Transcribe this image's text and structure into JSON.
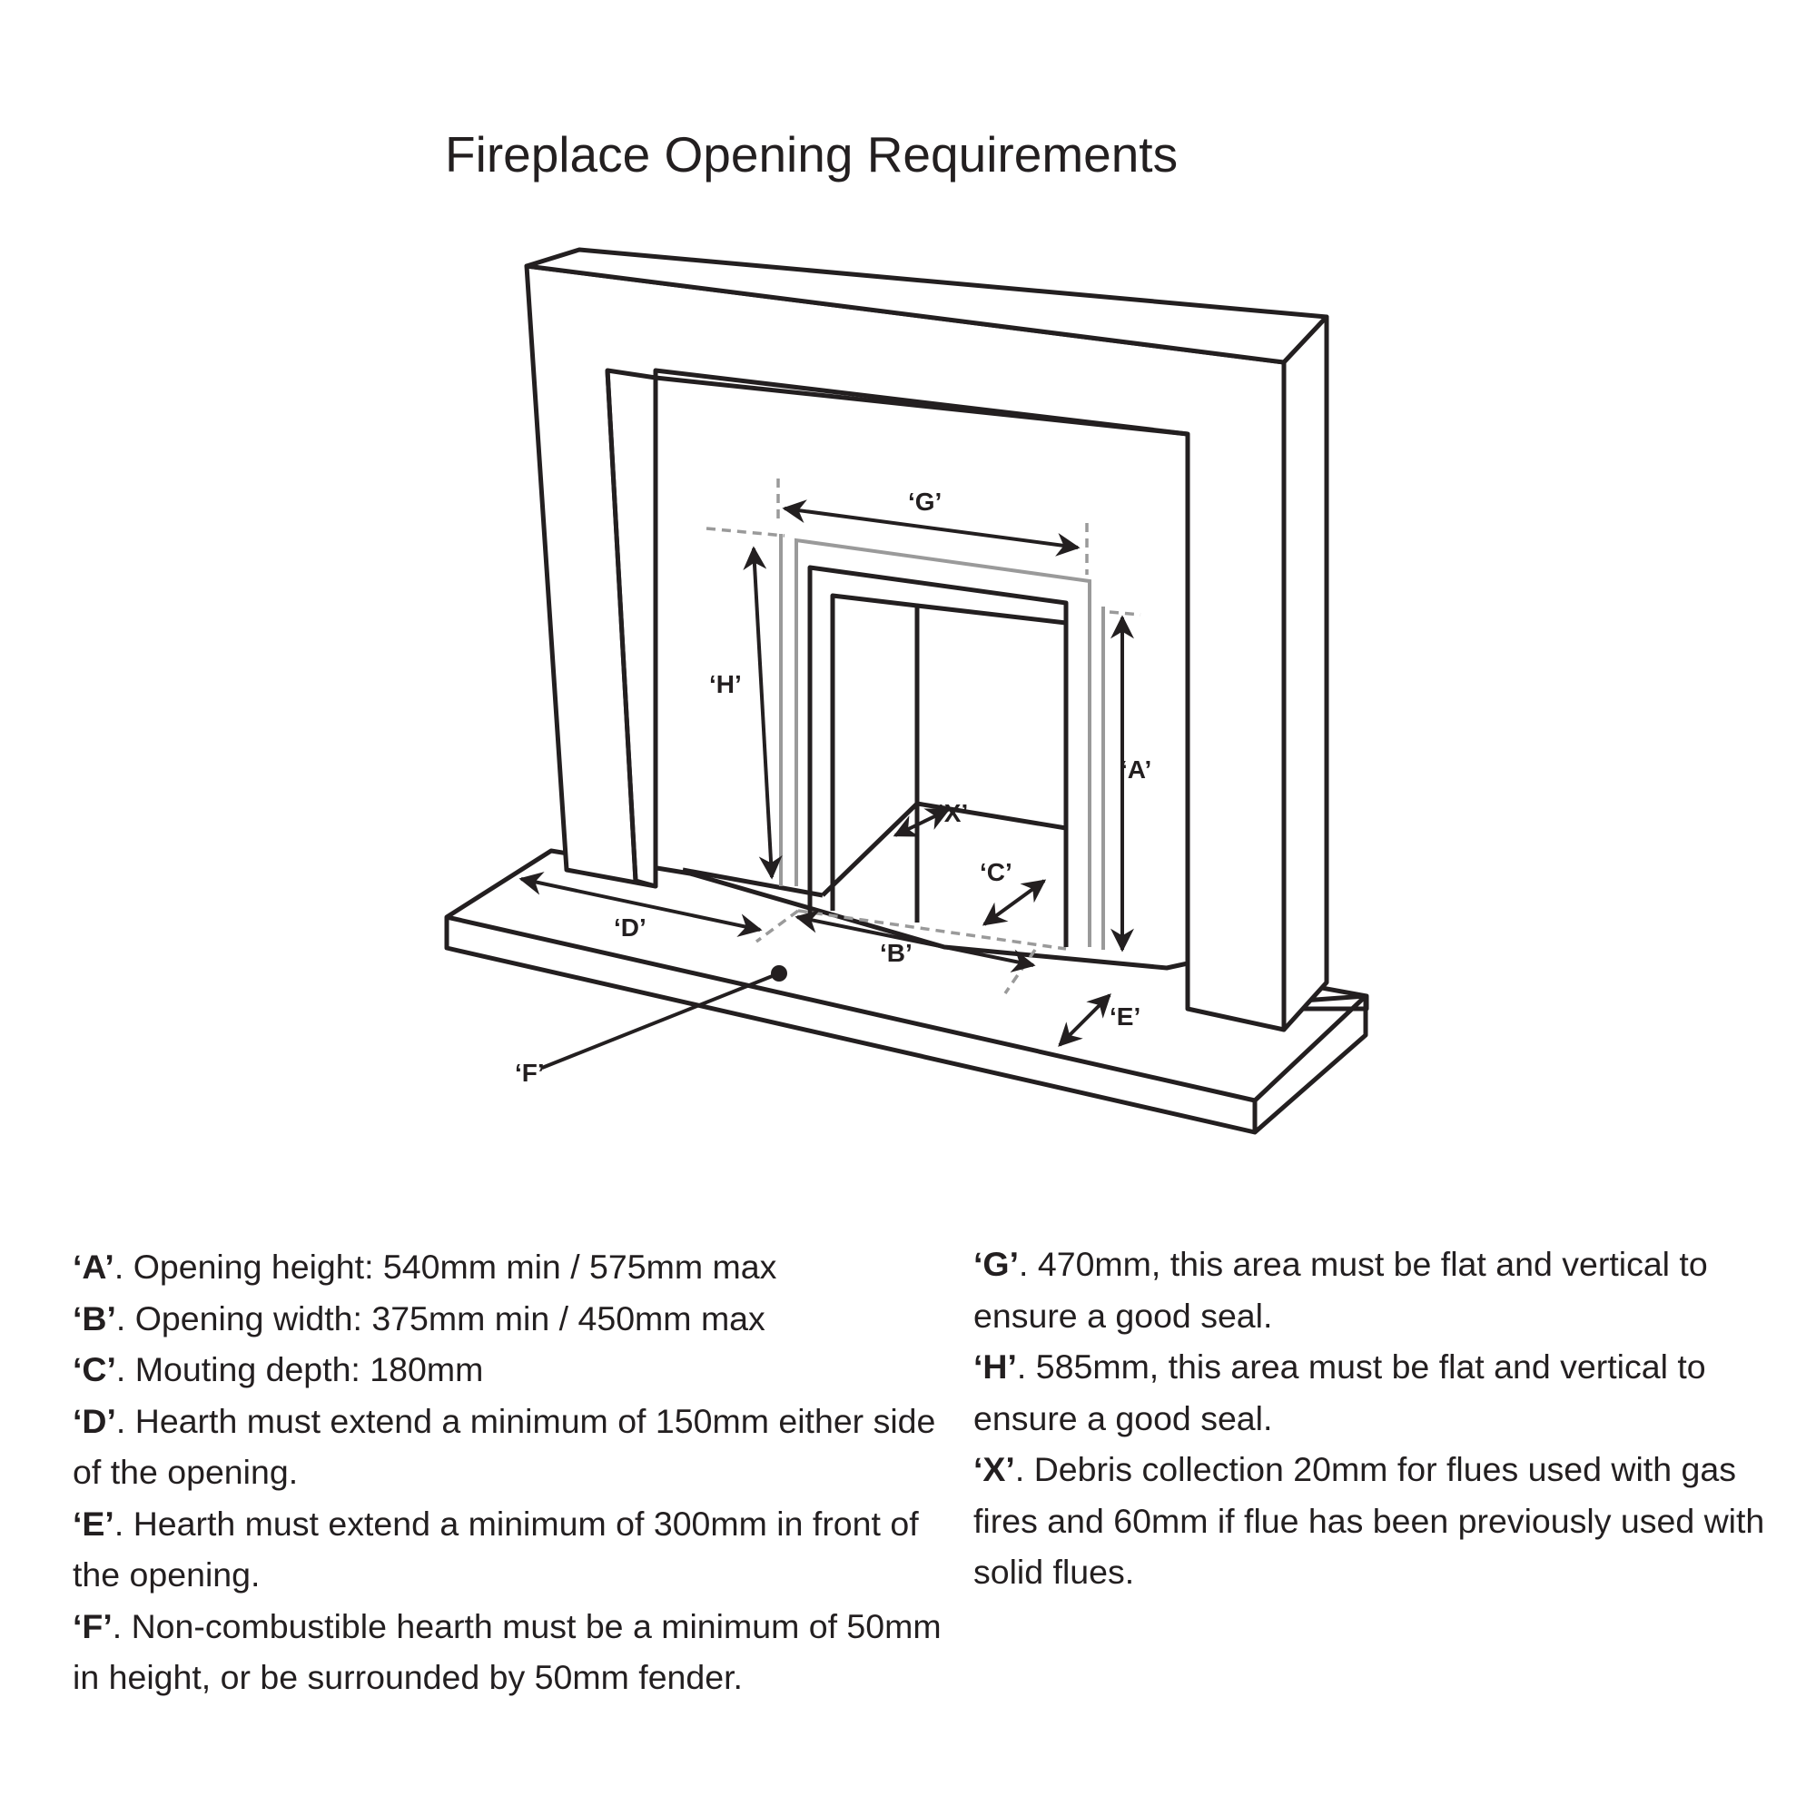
{
  "title": "Fireplace Opening Requirements",
  "diagram": {
    "labels": {
      "A": "‘A’",
      "B": "‘B’",
      "C": "‘C’",
      "D": "‘D’",
      "E": "‘E’",
      "F": "‘F’",
      "G": "‘G’",
      "H": "‘H’",
      "X": "‘X’"
    },
    "colors": {
      "outline": "#231f20",
      "seal_guide": "#9a9a9a"
    }
  },
  "notes_left": [
    {
      "key": "‘A’",
      "text": ". Opening height: 540mm min / 575mm max"
    },
    {
      "key": "‘B’",
      "text": ". Opening width: 375mm min / 450mm max"
    },
    {
      "key": "‘C’",
      "text": ". Mouting depth: 180mm"
    },
    {
      "key": "‘D’",
      "text": ". Hearth must extend a minimum of 150mm either side of the opening."
    },
    {
      "key": "‘E’",
      "text": ". Hearth must extend a minimum of 300mm in front of the opening."
    },
    {
      "key": "‘F’",
      "text": ". Non-combustible hearth must be a minimum of 50mm in height, or be surrounded by 50mm fender."
    }
  ],
  "notes_right": [
    {
      "key": "‘G’",
      "text": ". 470mm, this area must be flat and vertical to ensure a good seal."
    },
    {
      "key": "‘H’",
      "text": ". 585mm, this area must be flat and vertical to ensure a good seal."
    },
    {
      "key": "‘X’",
      "text": ". Debris collection 20mm for flues used with gas fires and 60mm if flue has been previously used with solid flues."
    }
  ]
}
